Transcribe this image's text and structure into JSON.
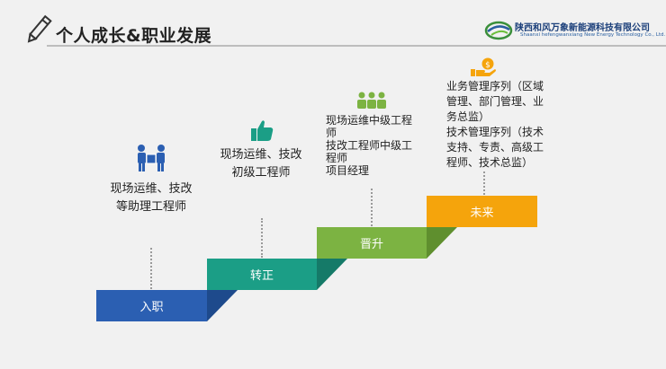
{
  "header": {
    "title": "个人成长&职业发展",
    "company_cn": "陕西和风万象新能源科技有限公司",
    "company_en": "Shaanxi hefengwanxiang New Energy Technology Co., Ltd."
  },
  "steps": [
    {
      "label": "入职",
      "color": "#2b5fb2"
    },
    {
      "label": "转正",
      "color": "#1b9e86"
    },
    {
      "label": "晋升",
      "color": "#7cb342"
    },
    {
      "label": "未来",
      "color": "#f5a40c"
    }
  ],
  "descriptions": {
    "step1": [
      "现场运维、技改",
      "等助理工程师"
    ],
    "step2": [
      "现场运维、技改",
      "初级工程师"
    ],
    "step3": [
      "现场运维中级工程",
      "师",
      "技改工程师中级工",
      "程师",
      "项目经理"
    ],
    "step4": [
      "业务管理序列（区域",
      "管理、部门管理、业",
      "务总监）",
      "技术管理序列（技术",
      "支持、专责、高级工",
      "程师、技术总监）"
    ]
  },
  "icons": {
    "step1": "worker-carrying-box-icon",
    "step2": "thumbs-up-icon",
    "step3": "team-group-icon",
    "step4": "money-hand-icon"
  }
}
